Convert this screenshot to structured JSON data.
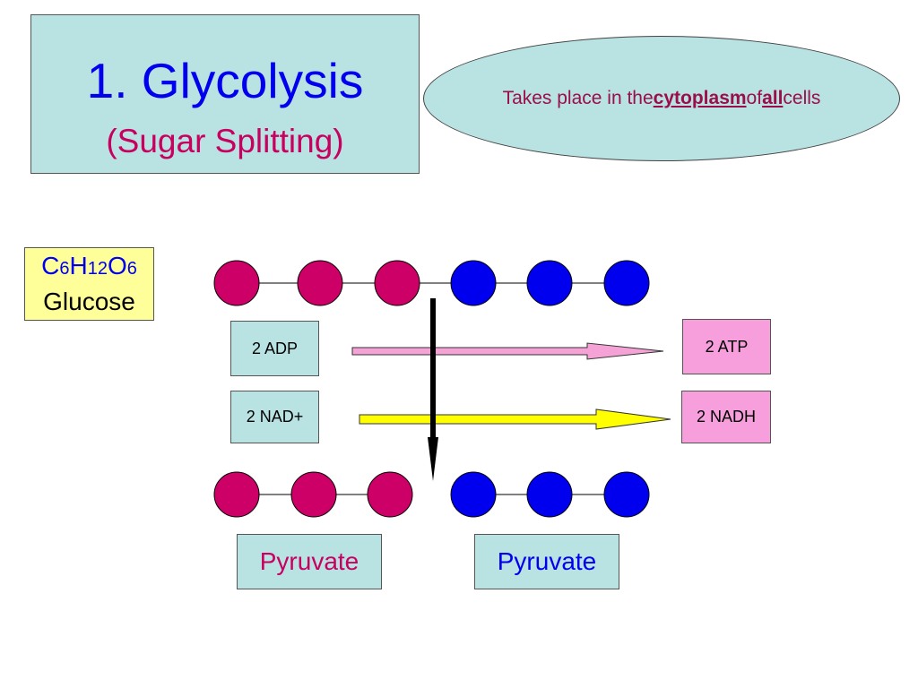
{
  "title": {
    "main": "1. Glycolysis",
    "sub": "(Sugar Splitting)"
  },
  "location_note": {
    "prefix": "Takes place in the ",
    "term1": "cytoplasm",
    "middle": " of ",
    "term2": "all",
    "suffix": " cells"
  },
  "glucose": {
    "c": "C",
    "c_n": "6",
    "h": "H",
    "h_n": "12",
    "o": "O",
    "o_n": "6",
    "name": "Glucose"
  },
  "inputs": {
    "adp": "2 ADP",
    "nad": "2 NAD+"
  },
  "outputs": {
    "atp": "2 ATP",
    "nadh": "2 NADH"
  },
  "products": {
    "left": "Pyruvate",
    "right": "Pyruvate"
  },
  "colors": {
    "magenta_carbon": "#cc0066",
    "blue_carbon": "#0000ee",
    "box_teal": "#b9e2e3",
    "box_pink": "#f79edd",
    "box_yellow": "#ffff99",
    "arrow_pink": "#f5a3d6",
    "arrow_yellow": "#ffff00"
  }
}
